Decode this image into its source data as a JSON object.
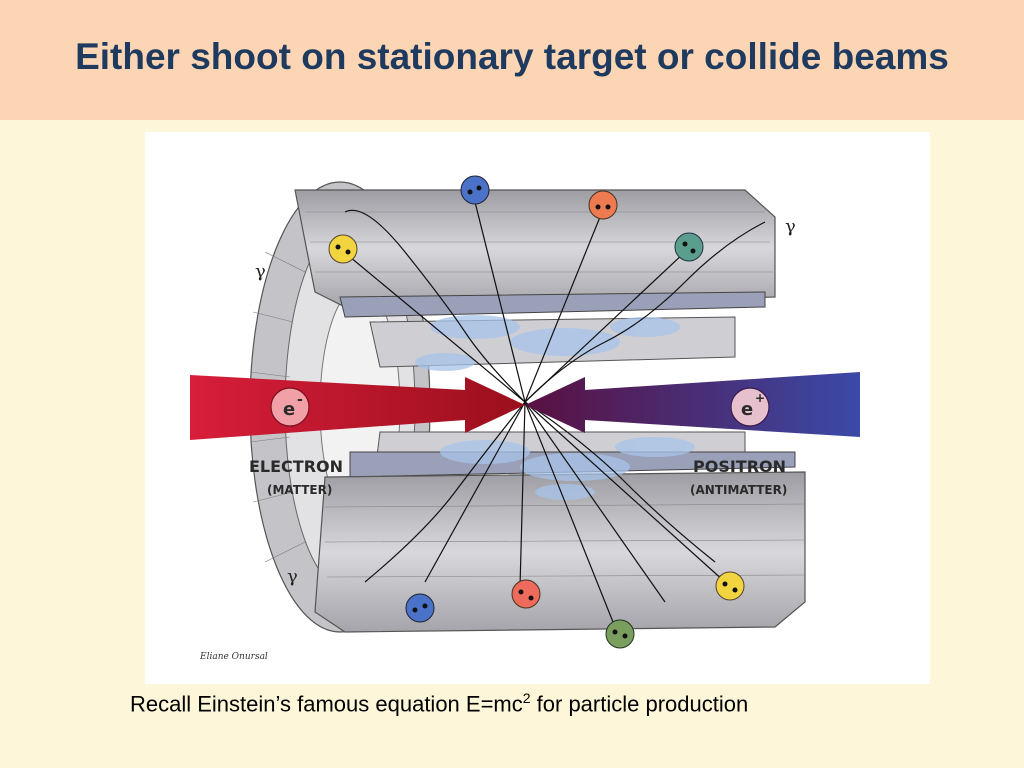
{
  "slide": {
    "title": "Either shoot on stationary target or collide beams",
    "caption_before": "Recall Einstein’s famous equation E=mc",
    "caption_sup": "2",
    "caption_after": " for particle production"
  },
  "figure": {
    "electron_symbol": "e",
    "electron_charge": "-",
    "positron_symbol": "e",
    "positron_charge": "+",
    "electron_label": "ELECTRON",
    "electron_sublabel": "(MATTER)",
    "positron_label": "POSITRON",
    "positron_sublabel": "(ANTIMATTER)",
    "gamma_symbol": "γ",
    "credit": "Eliane Onursal",
    "colors": {
      "electron_beam": "#c0122a",
      "positron_beam": "#3a2a8a",
      "detector": "#b8b8bc",
      "particle_blue": "#4a72c8",
      "particle_orange": "#ee7a52",
      "particle_teal": "#5a9e8e",
      "particle_yellow": "#f2d440",
      "particle_green": "#7a9e5e"
    }
  }
}
